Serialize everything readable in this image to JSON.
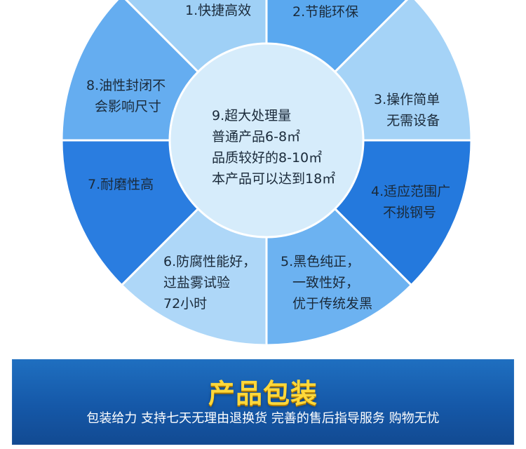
{
  "wheel": {
    "segments": [
      {
        "id": 1,
        "lines": [
          "1.快捷高效"
        ],
        "color": "#9fd0f6"
      },
      {
        "id": 2,
        "lines": [
          "2.节能环保"
        ],
        "color": "#5aa8ef"
      },
      {
        "id": 3,
        "lines": [
          "3.操作简单",
          "无需设备"
        ],
        "color": "#a5d3f7"
      },
      {
        "id": 4,
        "lines": [
          "4.适应范围广",
          "不挑钢号"
        ],
        "color": "#2479dd"
      },
      {
        "id": 5,
        "lines": [
          "5.黑色纯正，",
          "一致性好，",
          "优于传统发黑"
        ],
        "color": "#6cb2f1"
      },
      {
        "id": 6,
        "lines": [
          "6.防腐性能好，",
          "过盐雾试验",
          "72小时"
        ],
        "color": "#aed7f8"
      },
      {
        "id": 7,
        "lines": [
          "7.耐磨性高"
        ],
        "color": "#2a7de0"
      },
      {
        "id": 8,
        "lines": [
          "8.油性封闭不",
          "会影响尺寸"
        ],
        "color": "#65adf0"
      }
    ],
    "center": {
      "lines": [
        "9.超大处理量",
        "普通产品6-8㎡",
        "品质较好的8-10㎡",
        "本产品可以达到18㎡"
      ],
      "color": "#d6ecfb"
    }
  },
  "banner": {
    "title": "产品包装",
    "subtitle": "包装给力 支持七天无理由退换货 完善的售后指导服务 购物无忧"
  }
}
